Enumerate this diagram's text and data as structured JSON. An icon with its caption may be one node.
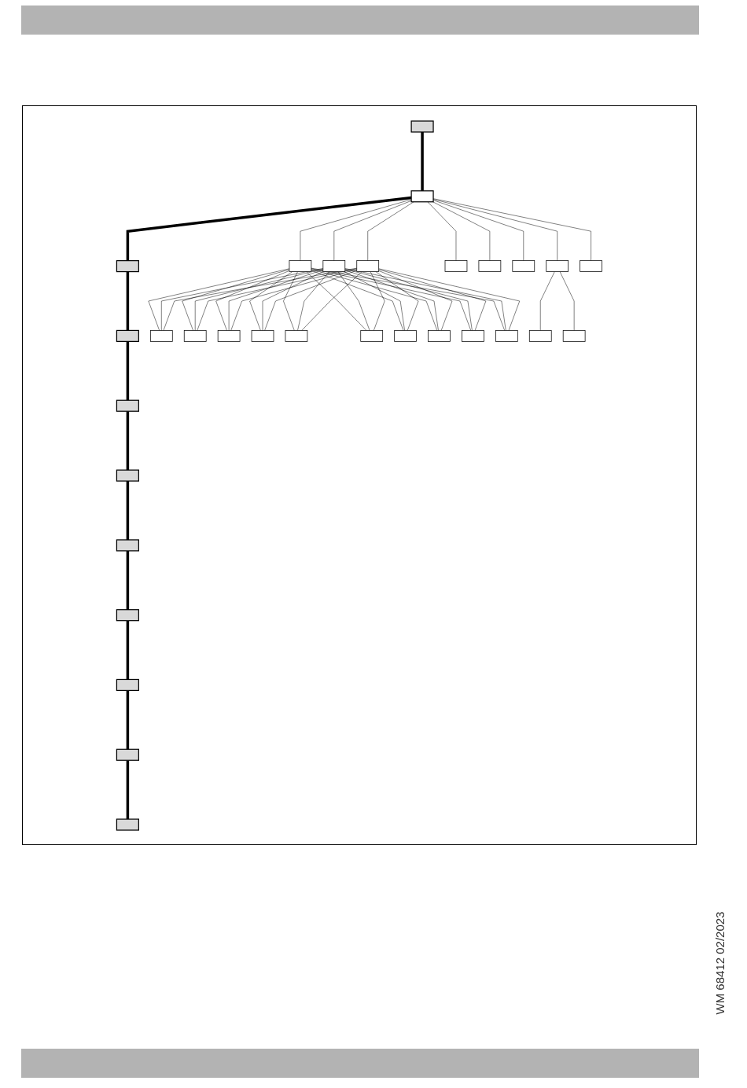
{
  "diagram": {
    "nodes": [
      {
        "text": [],
        "shape": "box"
      },
      {
        "text": [],
        "shape": "box"
      },
      {
        "text": [],
        "shape": "box"
      },
      {
        "text": [],
        "shape": "box"
      },
      {
        "text": [],
        "shape": "box"
      },
      {
        "text": [],
        "shape": "box"
      },
      {
        "text": [],
        "shape": "box"
      },
      {
        "text": [],
        "shape": "box"
      },
      {
        "text": [],
        "shape": "box"
      },
      {
        "text": [],
        "shape": "box"
      },
      {
        "text": [],
        "shape": "box"
      },
      {
        "text": [],
        "shape": "box"
      },
      {
        "text": [],
        "shape": "box"
      },
      {
        "text": [],
        "shape": "box"
      },
      {
        "text": [],
        "shape": "box"
      },
      {
        "text": [],
        "shape": "box"
      },
      {
        "text": [],
        "shape": "box"
      },
      {
        "text": [],
        "shape": "box"
      },
      {
        "text": [],
        "shape": "box"
      },
      {
        "text": [],
        "shape": "box"
      },
      {
        "text": [],
        "shape": "box"
      },
      {
        "text": [],
        "shape": "box"
      },
      {
        "text": [],
        "shape": "box"
      },
      {
        "text": [],
        "shape": "box"
      },
      {
        "text": [],
        "shape": "box"
      },
      {
        "text": [],
        "shape": "box"
      },
      {
        "text": [],
        "shape": "box"
      },
      {
        "text": [],
        "shape": "box"
      },
      {
        "text": [],
        "shape": "box"
      },
      {
        "text": [],
        "shape": "box"
      },
      {
        "text": [],
        "shape": "box"
      }
    ],
    "edges": [
      {
        "from": 0,
        "to": 1,
        "arrow": "none",
        "style": "thick"
      },
      {
        "from": 1,
        "to": 2,
        "arrow": "none",
        "style": "thick"
      },
      {
        "from": 2,
        "to": 3,
        "arrow": "none",
        "style": "thick"
      },
      {
        "from": 3,
        "to": 4,
        "arrow": "none",
        "style": "thick"
      },
      {
        "from": 4,
        "to": 5,
        "arrow": "none",
        "style": "thick"
      },
      {
        "from": 5,
        "to": 6,
        "arrow": "none",
        "style": "thick"
      },
      {
        "from": 6,
        "to": 7,
        "arrow": "none",
        "style": "thick"
      },
      {
        "from": 7,
        "to": 8,
        "arrow": "none",
        "style": "thick"
      },
      {
        "from": 8,
        "to": 9,
        "arrow": "none",
        "style": "thick"
      },
      {
        "from": 9,
        "to": 10,
        "arrow": "none",
        "style": "thick"
      },
      {
        "from": 1,
        "to": 11,
        "arrow": "none"
      },
      {
        "from": 1,
        "to": 12,
        "arrow": "none"
      },
      {
        "from": 1,
        "to": 13,
        "arrow": "none"
      },
      {
        "from": 1,
        "to": 14,
        "arrow": "none"
      },
      {
        "from": 1,
        "to": 15,
        "arrow": "none"
      },
      {
        "from": 1,
        "to": 16,
        "arrow": "none"
      },
      {
        "from": 1,
        "to": 17,
        "arrow": "none"
      },
      {
        "from": 1,
        "to": 18,
        "arrow": "none"
      },
      {
        "from": 11,
        "to": 19,
        "arrow": "none"
      },
      {
        "from": 11,
        "to": 20,
        "arrow": "none"
      },
      {
        "from": 11,
        "to": 21,
        "arrow": "none"
      },
      {
        "from": 11,
        "to": 22,
        "arrow": "none"
      },
      {
        "from": 11,
        "to": 23,
        "arrow": "none"
      },
      {
        "from": 11,
        "to": 24,
        "arrow": "none"
      },
      {
        "from": 11,
        "to": 25,
        "arrow": "none"
      },
      {
        "from": 11,
        "to": 26,
        "arrow": "none"
      },
      {
        "from": 11,
        "to": 27,
        "arrow": "none"
      },
      {
        "from": 11,
        "to": 28,
        "arrow": "none"
      },
      {
        "from": 12,
        "to": 19,
        "arrow": "none"
      },
      {
        "from": 12,
        "to": 20,
        "arrow": "none"
      },
      {
        "from": 12,
        "to": 21,
        "arrow": "none"
      },
      {
        "from": 12,
        "to": 22,
        "arrow": "none"
      },
      {
        "from": 12,
        "to": 23,
        "arrow": "none"
      },
      {
        "from": 12,
        "to": 24,
        "arrow": "none"
      },
      {
        "from": 12,
        "to": 25,
        "arrow": "none"
      },
      {
        "from": 12,
        "to": 26,
        "arrow": "none"
      },
      {
        "from": 12,
        "to": 27,
        "arrow": "none"
      },
      {
        "from": 12,
        "to": 28,
        "arrow": "none"
      },
      {
        "from": 13,
        "to": 19,
        "arrow": "none"
      },
      {
        "from": 13,
        "to": 20,
        "arrow": "none"
      },
      {
        "from": 13,
        "to": 21,
        "arrow": "none"
      },
      {
        "from": 13,
        "to": 22,
        "arrow": "none"
      },
      {
        "from": 13,
        "to": 23,
        "arrow": "none"
      },
      {
        "from": 13,
        "to": 24,
        "arrow": "none"
      },
      {
        "from": 13,
        "to": 25,
        "arrow": "none"
      },
      {
        "from": 13,
        "to": 26,
        "arrow": "none"
      },
      {
        "from": 13,
        "to": 27,
        "arrow": "none"
      },
      {
        "from": 13,
        "to": 28,
        "arrow": "none"
      },
      {
        "from": 17,
        "to": 29,
        "arrow": "none"
      },
      {
        "from": 17,
        "to": 30,
        "arrow": "none"
      }
    ],
    "labels": [
      "WM 68412 02/2023"
    ]
  }
}
